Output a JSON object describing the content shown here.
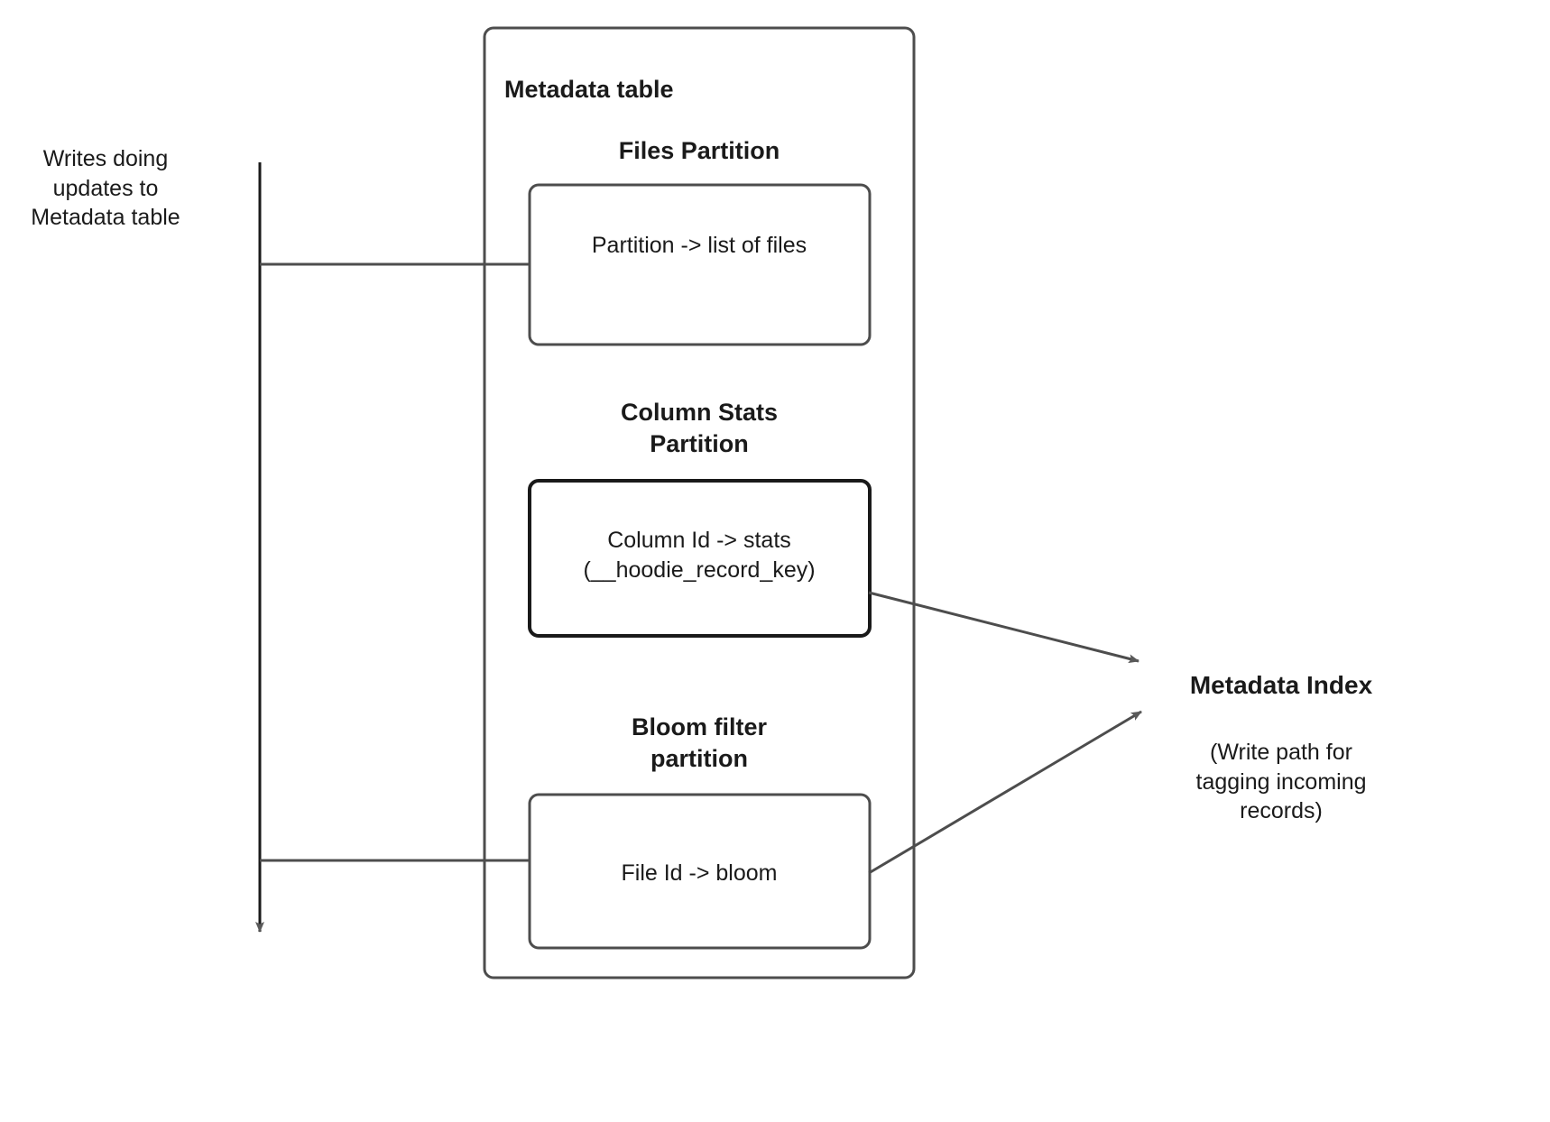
{
  "diagram": {
    "title_visible": false,
    "outer_container": {
      "label": "Metadata table"
    },
    "sections": [
      {
        "heading": "Files Partition",
        "box_label": "Partition -> list of files",
        "emphasis": false
      },
      {
        "heading": "Column Stats\nPartition",
        "box_label": "Column Id  -> stats\n(__hoodie_record_key)",
        "emphasis": true
      },
      {
        "heading": "Bloom filter\npartition",
        "box_label": "File Id -> bloom",
        "emphasis": false
      }
    ],
    "left_annotation": "Writes doing\nupdates to\nMetadata table",
    "right_annotation": {
      "title": "Metadata Index",
      "subtitle": "(Write path for\ntagging incoming\nrecords)"
    },
    "colors": {
      "stroke": "#4d4d4d",
      "stroke_emphasis": "#1a1a1a",
      "text": "#1a1a1a",
      "arrowhead": "#595959",
      "background": "#ffffff"
    }
  }
}
